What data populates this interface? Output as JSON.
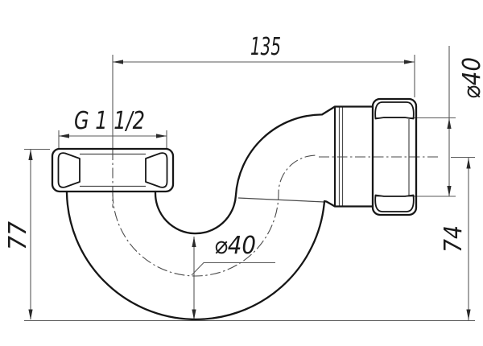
{
  "drawing": {
    "labels": {
      "overall_width": "135",
      "inlet_thread": "G 1 1/2",
      "height_left": "77",
      "height_right": "74",
      "outlet_diameter": "⌀40",
      "tube_diameter": "⌀40"
    },
    "colors": {
      "background": "#ffffff",
      "outline": "#161616",
      "dimension_line": "#5a5a5a",
      "centerline": "#4a4a4a",
      "arrow": "#2a2a2a",
      "label_text": "#1a1a1a"
    }
  }
}
